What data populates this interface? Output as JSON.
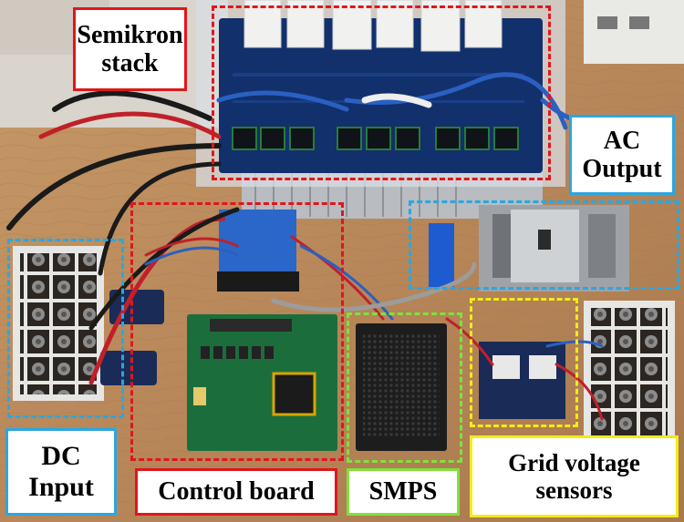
{
  "photo": {
    "labels": {
      "semikron_stack": "Semikron\nstack",
      "ac_output": "AC\nOutput",
      "dc_input": "DC\nInput",
      "control_board": "Control board",
      "smps": "SMPS",
      "grid_voltage_sensors": "Grid voltage\nsensors"
    },
    "colors": {
      "semikron_stack": "#e0161c",
      "control_board": "#e0161c",
      "ac_output": "#2aa7e0",
      "dc_input": "#2aa7e0",
      "smps": "#7fe23a",
      "grid_voltage_sensors": "#f4ea1a"
    }
  }
}
